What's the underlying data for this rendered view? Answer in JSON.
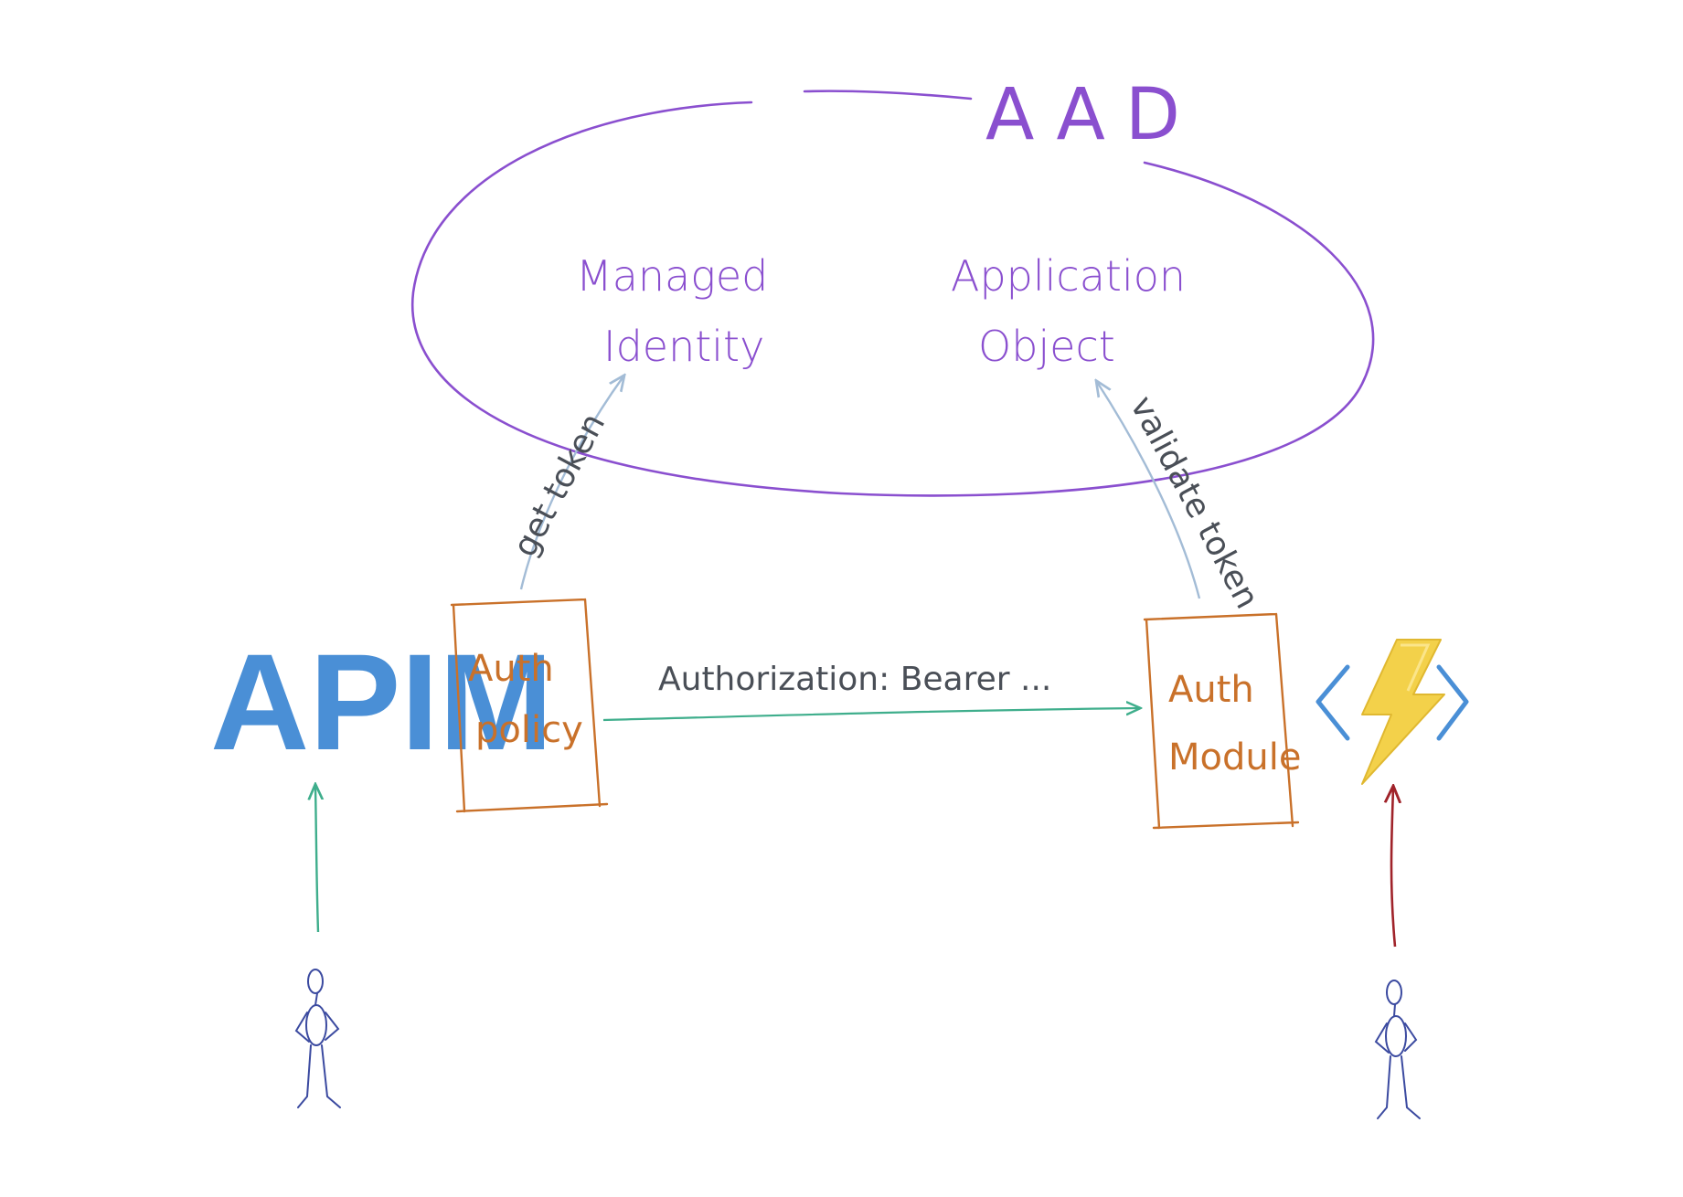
{
  "colors": {
    "purple": "#8a4fcf",
    "orange": "#c9712a",
    "blue": "#4a8fd6",
    "grey_blue": "#a3bcd6",
    "teal": "#3fae8c",
    "dark_red": "#a0232a",
    "text_grey": "#4a4f57",
    "stick": "#3b4aa0",
    "bolt_yellow": "#f3d14a"
  },
  "aad": {
    "label": "AAD",
    "managed_identity": [
      "Managed",
      "Identity"
    ],
    "application_object": [
      "Application",
      "Object"
    ]
  },
  "apim": {
    "label": "APIM"
  },
  "auth_policy": {
    "line1": "Auth",
    "line2": "policy"
  },
  "auth_module": {
    "line1": "Auth",
    "line2": "Module"
  },
  "arrows": {
    "get_token": "get token",
    "validate_token": "validate token",
    "authorization": "Authorization: Bearer ..."
  },
  "icons": {
    "function_app": "azure-function-icon",
    "user_left": "stick-figure-icon",
    "user_right": "stick-figure-icon"
  }
}
